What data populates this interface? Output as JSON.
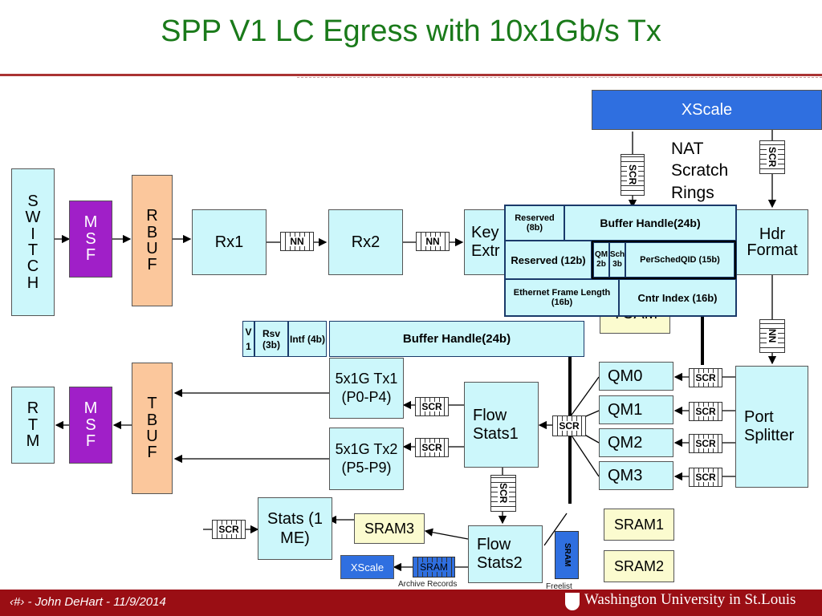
{
  "title": "SPP V1 LC Egress with 10x1Gb/s Tx",
  "footer": {
    "left": "‹#› - John DeHart - 11/9/2014",
    "right": "Washington University in St.Louis"
  },
  "blocks": {
    "switch": "S W I T C H",
    "msf_top": "M S F",
    "rbuf": "R B U F",
    "rx1": "Rx1",
    "rx2": "Rx2",
    "key_extract": "Key Extr",
    "hdr_format": "Hdr Format",
    "xscale_top": "XScale",
    "nat_rings": "NAT Scratch Rings",
    "tcam": "TCAM",
    "rtm": "R T M",
    "msf_bottom": "M S F",
    "tbuf": "T B U F",
    "tx1": "5x1G Tx1 (P0-P4)",
    "tx2": "5x1G Tx2 (P5-P9)",
    "flow_stats1": "Flow Stats1",
    "flow_stats2": "Flow Stats2",
    "qm0": "QM0",
    "qm1": "QM1",
    "qm2": "QM2",
    "qm3": "QM3",
    "port_splitter": "Port Splitter",
    "stats": "Stats (1 ME)",
    "sram3": "SRAM3",
    "sram1": "SRAM1",
    "sram2": "SRAM2",
    "xscale_bottom": "XScale",
    "archive_records": "Archive Records",
    "freelist": "Freelist"
  },
  "rings": {
    "nn": "NN",
    "scr": "SCR",
    "sram": "SRAM"
  },
  "buffer_desc_top": {
    "reserved_8b": "Reserved (8b)",
    "buffer_handle": "Buffer Handle(24b)",
    "reserved_12b": "Reserved (12b)",
    "qm_2b": "QM 2b",
    "sch_3b": "Sch 3b",
    "persched_qid": "PerSchedQID (15b)",
    "eth_frame_len": "Ethernet Frame Length (16b)",
    "cntr_index": "Cntr Index (16b)"
  },
  "buffer_desc_bottom": {
    "v1": "V 1",
    "rsv": "Rsv (3b)",
    "intf": "Intf (4b)",
    "buffer_handle": "Buffer Handle(24b)"
  },
  "colors": {
    "title_green": "#1a7a1a",
    "footer_red": "#9a0e14",
    "block_cyan": "#ccf7fb",
    "block_peach": "#fbc79c",
    "block_purple": "#a01fc8",
    "block_yellow": "#fbfbcf",
    "xscale_blue": "#2f6fe0"
  }
}
